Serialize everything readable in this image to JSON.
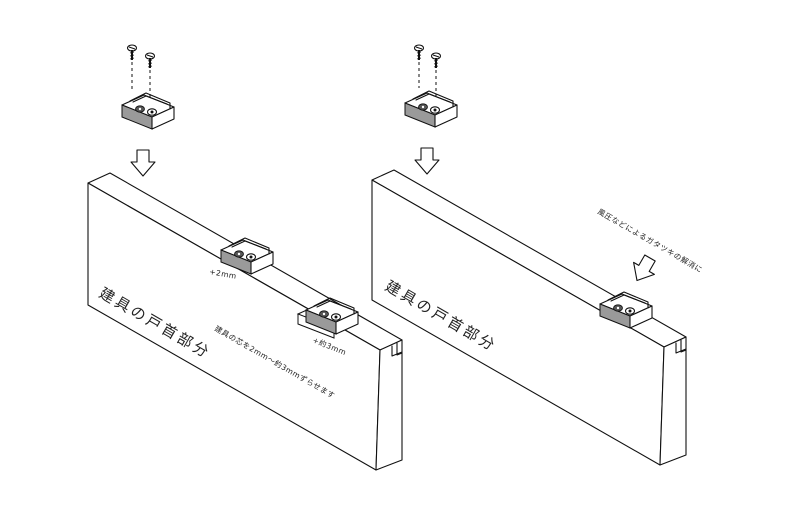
{
  "labels": {
    "left_door_part": "建具の戸首部分",
    "left_shift_note": "建具の芯を2mm～約3mmずらせます",
    "left_plus2": "+2mm",
    "left_plus3": "+約3mm",
    "right_door_part": "建具の戸首部分",
    "right_wind_note": "風圧などによるガタツキの解消に"
  }
}
